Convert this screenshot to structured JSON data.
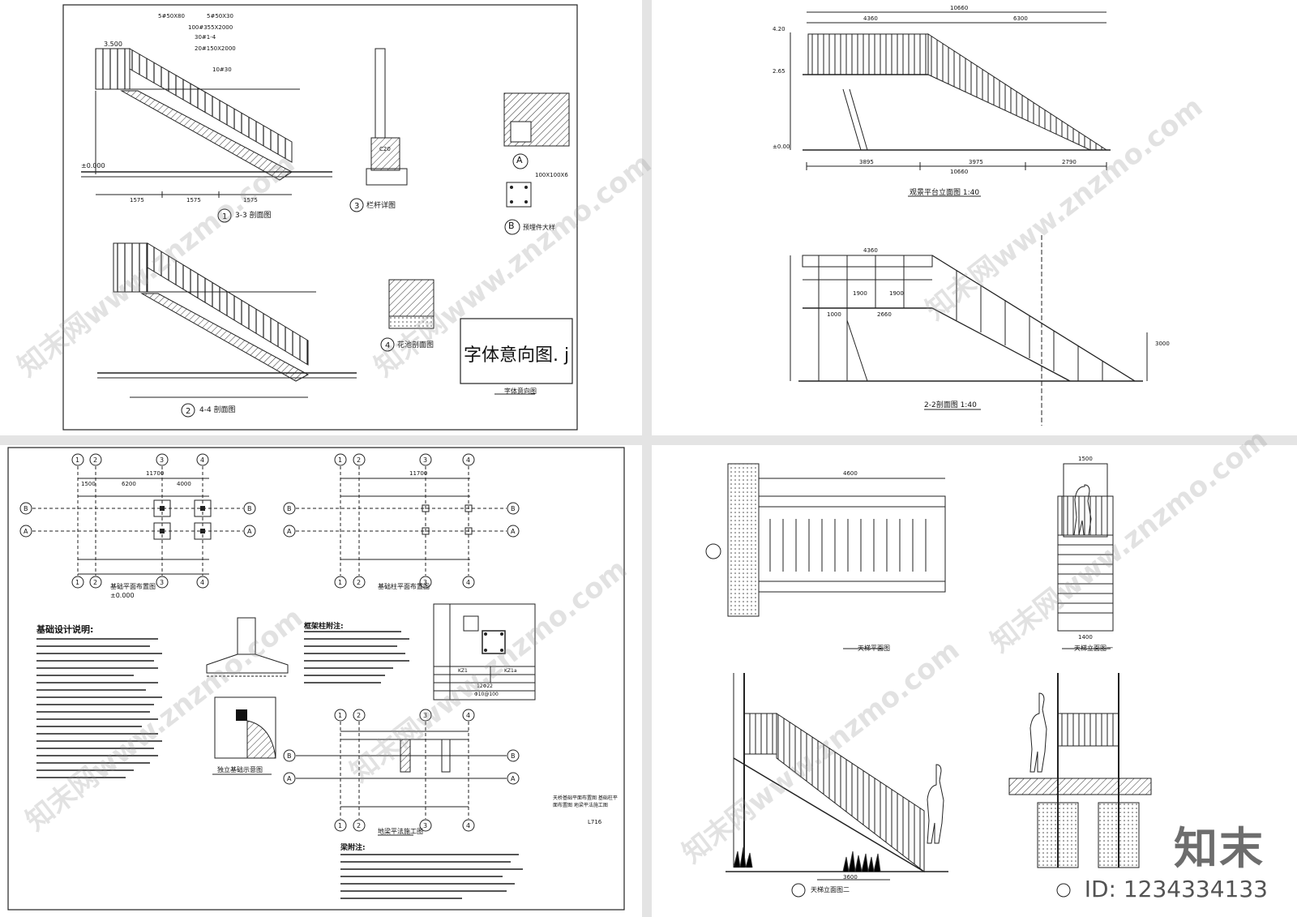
{
  "panels": {
    "top_left": {
      "section_1": "3-3 剖面图",
      "section_2": "4-4 剖面图",
      "detail_3": "栏杆详图",
      "detail_4": "花池剖面图",
      "detail_A": "A",
      "detail_B": "B",
      "detail_B_label": "预埋件大样",
      "font_box_text": "字体意向图. j",
      "font_box_caption": "字体意向图",
      "elev_top": "3.500",
      "elev_zero": "±0.000",
      "dims": [
        "1575",
        "1575",
        "1575"
      ],
      "callouts": [
        "5#50X80",
        "5#50X30",
        "100#355X2000",
        "30#1-4",
        "20#150X2000",
        "10#30",
        "100X100X6",
        "C20"
      ]
    },
    "top_right": {
      "elevation_title": "观景平台立面图",
      "elevation_scale": "1:40",
      "section_title": "2-2剖面图",
      "section_scale": "1:40",
      "dims_top": [
        "10660",
        "4360",
        "6300"
      ],
      "dims_bottom": [
        "3895",
        "3975",
        "2790",
        "10660"
      ],
      "elev_marks": [
        "4.20",
        "2.65",
        "±0.00"
      ],
      "sec_dims": [
        "4360",
        "1900",
        "1900",
        "2660",
        "1000",
        "3000"
      ]
    },
    "bottom_left": {
      "plan1_title": "基础平面布置图",
      "plan1_note": "±0.000",
      "plan2_title": "基础柱平面布置图",
      "plan3_title": "地梁平法施工图",
      "grid_labels": [
        "1",
        "2",
        "3",
        "4",
        "A",
        "B"
      ],
      "dims": [
        "11700",
        "1500",
        "6200",
        "4000"
      ],
      "notes_title": "基础设计说明:",
      "frame_notes_title": "框架柱附注:",
      "beam_notes_title": "梁附注:",
      "isolated_title": "独立基础示意图",
      "column_table": {
        "rows": [
          "KZ1",
          "KZ1a"
        ],
        "dims": [
          "12Φ22",
          "Φ10@100"
        ]
      },
      "sheet_title": "天桥基础平面布置图  基础柱平面布置图  地梁平法施工图",
      "sheet_no": "L716"
    },
    "bottom_right": {
      "view1": "天梯平面图",
      "view2": "天梯立面图一",
      "view3": "天梯立面图二",
      "view4": "",
      "dims": [
        "4600",
        "3600",
        "1500",
        "1400"
      ],
      "brand": "知末",
      "id": "ID: 1234334133"
    }
  },
  "watermark": "知末网www.znzmo.com"
}
